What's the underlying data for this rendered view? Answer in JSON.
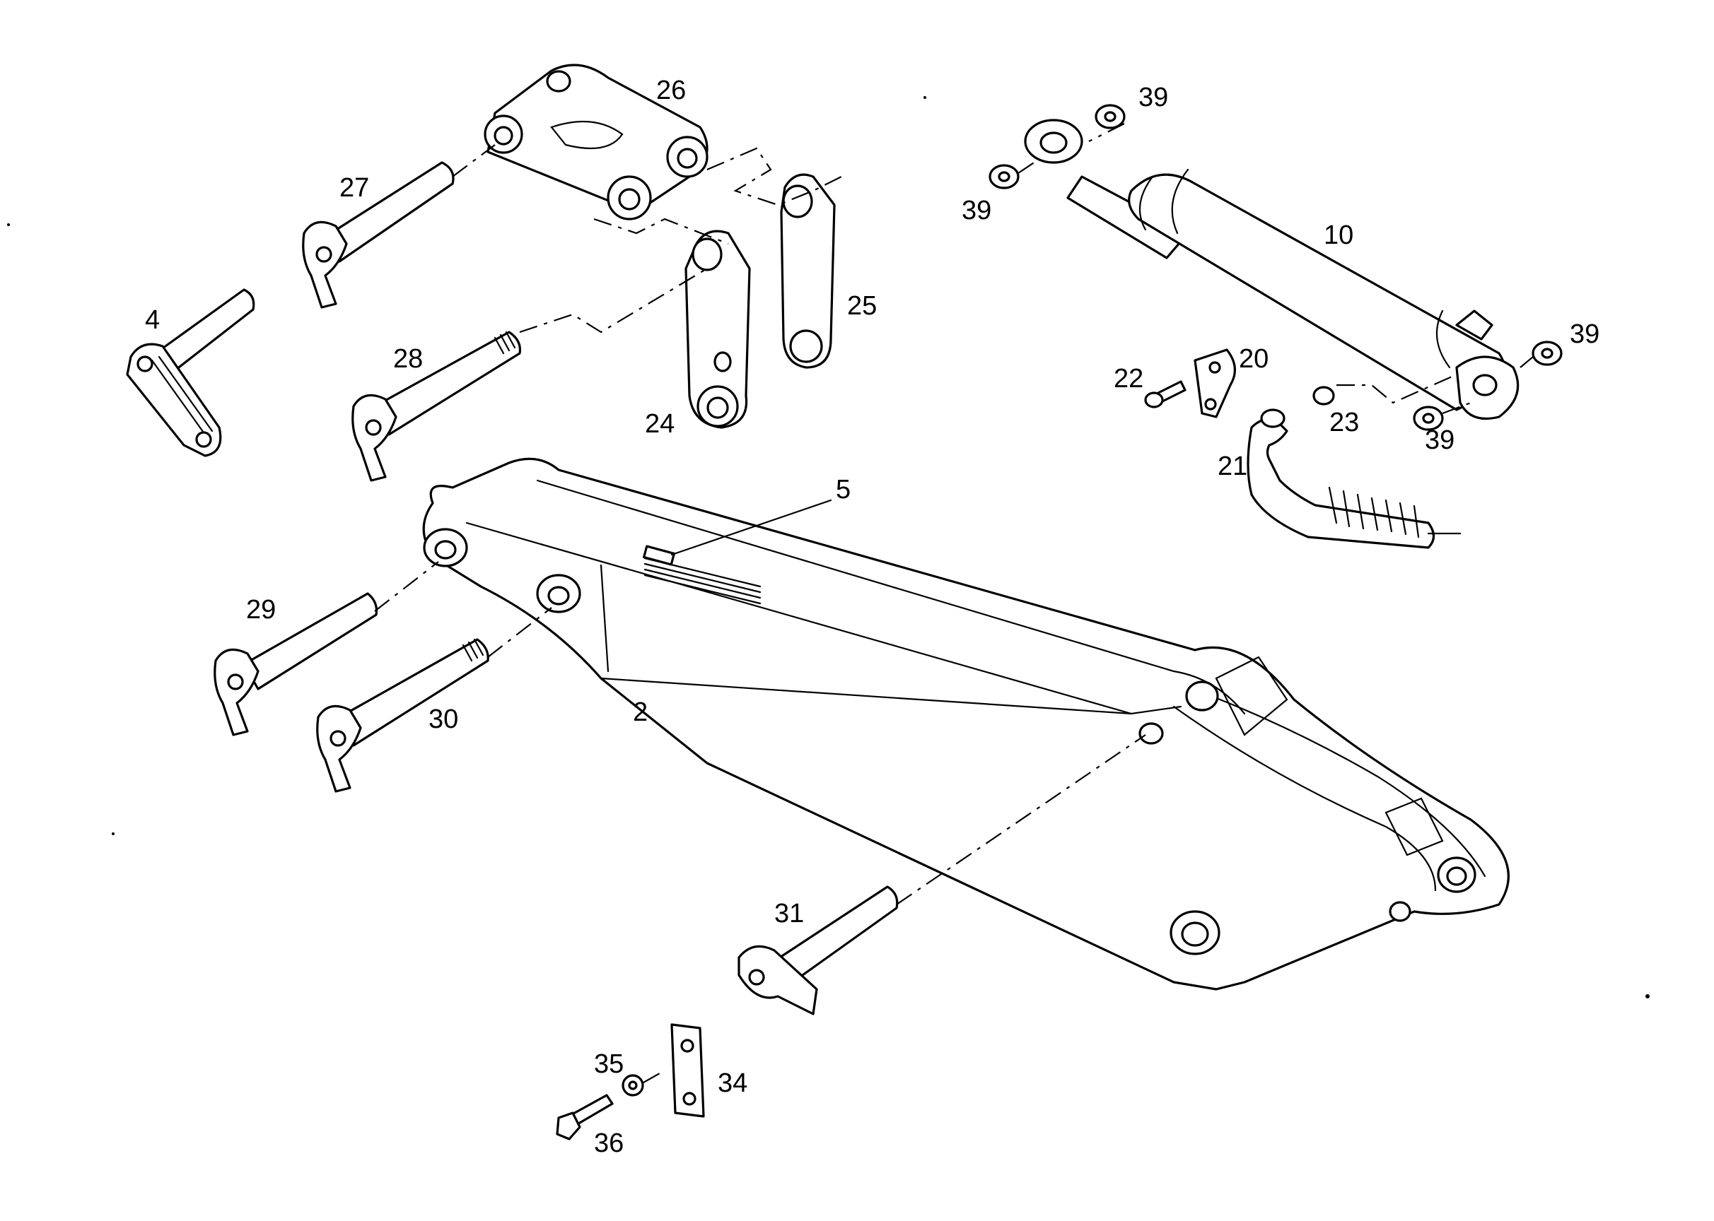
{
  "labels": {
    "l2": "2",
    "l4": "4",
    "l5": "5",
    "l10": "10",
    "l20": "20",
    "l21": "21",
    "l22": "22",
    "l23": "23",
    "l24": "24",
    "l25": "25",
    "l26": "26",
    "l27": "27",
    "l28": "28",
    "l29": "29",
    "l30": "30",
    "l31": "31",
    "l34": "34",
    "l35": "35",
    "l36": "36",
    "l39a": "39",
    "l39b": "39",
    "l39c": "39",
    "l39d": "39"
  }
}
